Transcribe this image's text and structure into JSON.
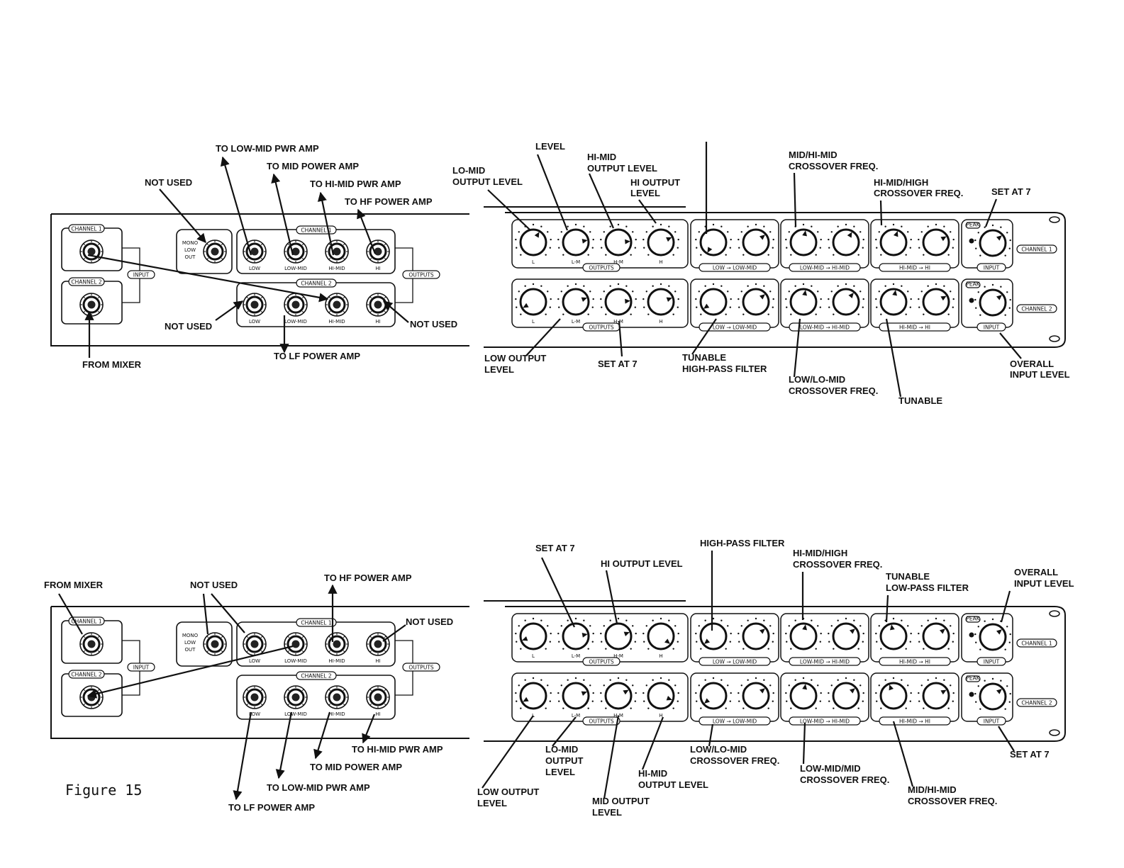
{
  "figure_caption": "Figure 15",
  "panel_text": {
    "channel_1": "CHANNEL 1",
    "channel_2": "CHANNEL 2",
    "input": "INPUT",
    "outputs": "OUTPUTS",
    "mono_low_out": [
      "MONO",
      "LOW",
      "OUT"
    ],
    "jack_labels": [
      "LOW",
      "LOW-MID",
      "HI-MID",
      "HI"
    ],
    "knob_letters": [
      "L",
      "L-M",
      "H-M",
      "H"
    ],
    "band_labels": [
      "LOW → LOW-MID",
      "LOW-MID → HI-MID",
      "HI-MID → HI"
    ],
    "peak": "PEAK"
  },
  "callouts": {
    "top_left": {
      "to_low_mid_pwr_amp": "TO LOW-MID PWR AMP",
      "to_mid_power_amp": "TO MID POWER AMP",
      "not_used_top": "NOT USED",
      "to_hi_mid_pwr_amp": "TO HI-MID PWR AMP",
      "to_hf_power_amp": "TO HF POWER AMP",
      "not_used_left": "NOT USED",
      "not_used_right": "NOT USED",
      "to_lf_power_amp": "TO LF POWER AMP",
      "from_mixer": "FROM MIXER"
    },
    "top_right": {
      "level": "LEVEL",
      "hi_mid_output_level_1": "HI-MID",
      "hi_mid_output_level_2": "OUTPUT LEVEL",
      "lo_mid_output_level_1": "LO-MID",
      "lo_mid_output_level_2": "OUTPUT LEVEL",
      "hi_output_level_1": "HI OUTPUT",
      "hi_output_level_2": "LEVEL",
      "mid_hi_mid_1": "MID/HI-MID",
      "mid_hi_mid_2": "CROSSOVER FREQ.",
      "hi_mid_high_1": "HI-MID/HIGH",
      "hi_mid_high_2": "CROSSOVER FREQ.",
      "set_at_7_top": "SET AT 7",
      "low_output_level_1": "LOW OUTPUT",
      "low_output_level_2": "LEVEL",
      "set_at_7_bottom": "SET AT 7",
      "tunable_hpf_1": "TUNABLE",
      "tunable_hpf_2": "HIGH-PASS FILTER",
      "low_lo_mid_1": "LOW/LO-MID",
      "low_lo_mid_2": "CROSSOVER FREQ.",
      "tunable": "TUNABLE",
      "overall_input_1": "OVERALL",
      "overall_input_2": "INPUT LEVEL"
    },
    "bottom_left": {
      "from_mixer": "FROM MIXER",
      "not_used_top": "NOT USED",
      "to_hf_power_amp": "TO HF POWER AMP",
      "not_used_right": "NOT USED",
      "to_hi_mid_pwr_amp": "TO HI-MID PWR AMP",
      "to_mid_power_amp": "TO MID POWER AMP",
      "to_low_mid_pwr_amp": "TO LOW-MID PWR AMP",
      "to_lf_power_amp": "TO LF POWER AMP"
    },
    "bottom_right": {
      "set_at_7_top": "SET AT 7",
      "hi_output_level": "HI OUTPUT LEVEL",
      "high_pass_filter": "HIGH-PASS FILTER",
      "hi_mid_high_1": "HI-MID/HIGH",
      "hi_mid_high_2": "CROSSOVER FREQ.",
      "tunable_lpf_1": "TUNABLE",
      "tunable_lpf_2": "LOW-PASS FILTER",
      "overall_input_1": "OVERALL",
      "overall_input_2": "INPUT LEVEL",
      "lo_mid_output_1": "LO-MID",
      "lo_mid_output_2": "OUTPUT",
      "lo_mid_output_3": "LEVEL",
      "low_lo_mid_1": "LOW/LO-MID",
      "low_lo_mid_2": "CROSSOVER FREQ.",
      "low_mid_mid_1": "LOW-MID/MID",
      "low_mid_mid_2": "CROSSOVER FREQ.",
      "hi_mid_output_1": "HI-MID",
      "hi_mid_output_2": "OUTPUT LEVEL",
      "set_at_7_right": "SET AT 7",
      "low_output_1": "LOW OUTPUT",
      "low_output_2": "LEVEL",
      "mid_output_1": "MID OUTPUT",
      "mid_output_2": "LEVEL",
      "mid_hi_mid_1": "MID/HI-MID",
      "mid_hi_mid_2": "CROSSOVER FREQ."
    }
  }
}
